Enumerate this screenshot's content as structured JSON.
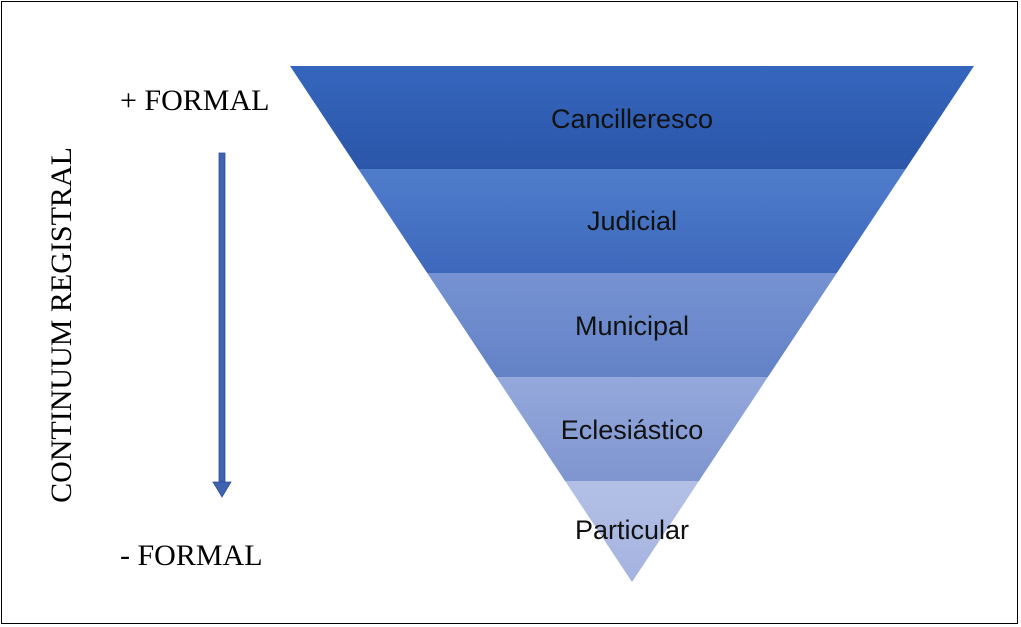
{
  "axis": {
    "top_label": "+ FORMAL",
    "bottom_label": "- FORMAL",
    "vertical_label": "CONTINUUM REGISTRAL"
  },
  "levels": [
    {
      "label": "Cancilleresco",
      "color_top": "#3566bd",
      "color_bottom": "#2b56a9"
    },
    {
      "label": "Judicial",
      "color_top": "#4f7dcc",
      "color_bottom": "#3e68bb"
    },
    {
      "label": "Municipal",
      "color_top": "#7692d2",
      "color_bottom": "#6382c6"
    },
    {
      "label": "Eclesiástico",
      "color_top": "#94a8db",
      "color_bottom": "#7f95cf"
    },
    {
      "label": "Particular",
      "color_top": "#b3c0e6",
      "color_bottom": "#a4b3df"
    }
  ],
  "colors": {
    "arrow": "#3f63b0",
    "frame": "#000000"
  }
}
